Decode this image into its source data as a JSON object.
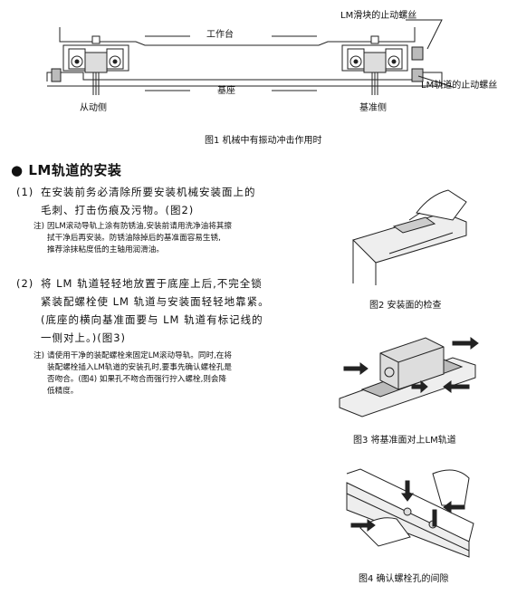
{
  "fig1": {
    "labels": {
      "lm_block_screw": "LM滑块的止动螺丝",
      "worktable": "工作台",
      "base": "基座",
      "driven_side": "从动侧",
      "reference_side": "基准侧",
      "lm_rail_screw": "LM轨道的止动螺丝"
    },
    "caption": "图1  机械中有振动冲击作用时"
  },
  "section": {
    "bullet": "●",
    "title": "LM轨道的安装"
  },
  "steps": [
    {
      "num": "(1)",
      "lines": [
        "在安装前务必清除所要安装机械安装面上的",
        "毛刺、打击伤痕及污物。(图2)"
      ],
      "note_prefix": "注)",
      "note_lines": [
        "因LM滚动导轨上涂有防锈油,安装前请用洗净油将其擦",
        "拭干净后再安装。防锈油除掉后的基准面容易生锈,",
        "推荐涂抹粘度低的主轴用润滑油。"
      ]
    },
    {
      "num": "(2)",
      "lines": [
        "将 LM 轨道轻轻地放置于底座上后,不完全锁",
        "紧装配螺栓使 LM 轨道与安装面轻轻地靠紧。",
        "(底座的横向基准面要与 LM 轨道有标记线的",
        "一侧对上。)(图3)"
      ],
      "note_prefix": "注)",
      "note_lines": [
        "请使用干净的装配螺栓来固定LM滚动导轨。同时,在将",
        "装配螺栓插入LM轨道的安装孔时,要事先确认螺栓孔是",
        "否吻合。(图4) 如果孔不吻合而强行拧入螺栓,则会降",
        "低精度。"
      ]
    }
  ],
  "figures": {
    "fig2_caption": "图2  安装面的检查",
    "fig3_caption": "图3  将基准面对上LM轨道",
    "fig4_caption": "图4  确认螺栓孔的间隙"
  }
}
